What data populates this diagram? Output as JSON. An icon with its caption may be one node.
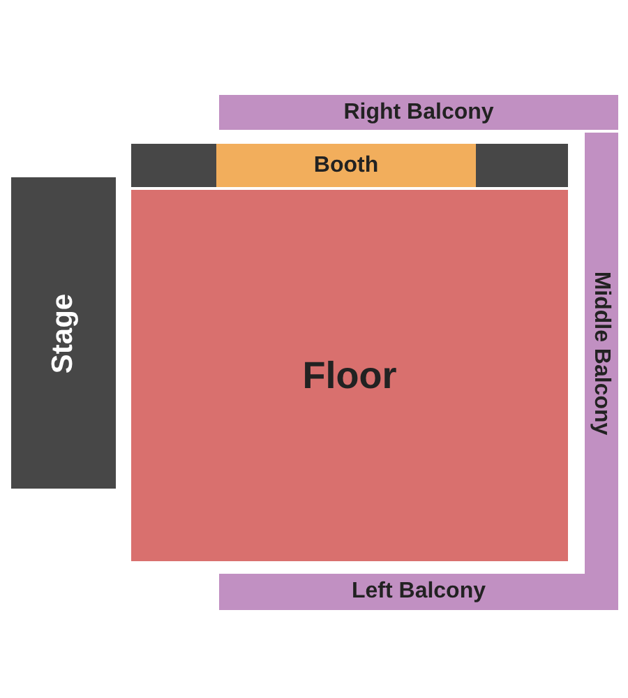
{
  "diagram": {
    "nodes": [
      {
        "text": [
          "Right Balcony"
        ]
      },
      {
        "text": [],
        "shape": "box"
      },
      {
        "text": [
          "Booth"
        ]
      },
      {
        "text": [],
        "shape": "box"
      },
      {
        "text": [
          "Stage"
        ]
      },
      {
        "text": [
          "Floor"
        ]
      },
      {
        "text": [
          "Middle Balcony"
        ]
      },
      {
        "text": [
          "Left Balcony"
        ]
      }
    ]
  }
}
